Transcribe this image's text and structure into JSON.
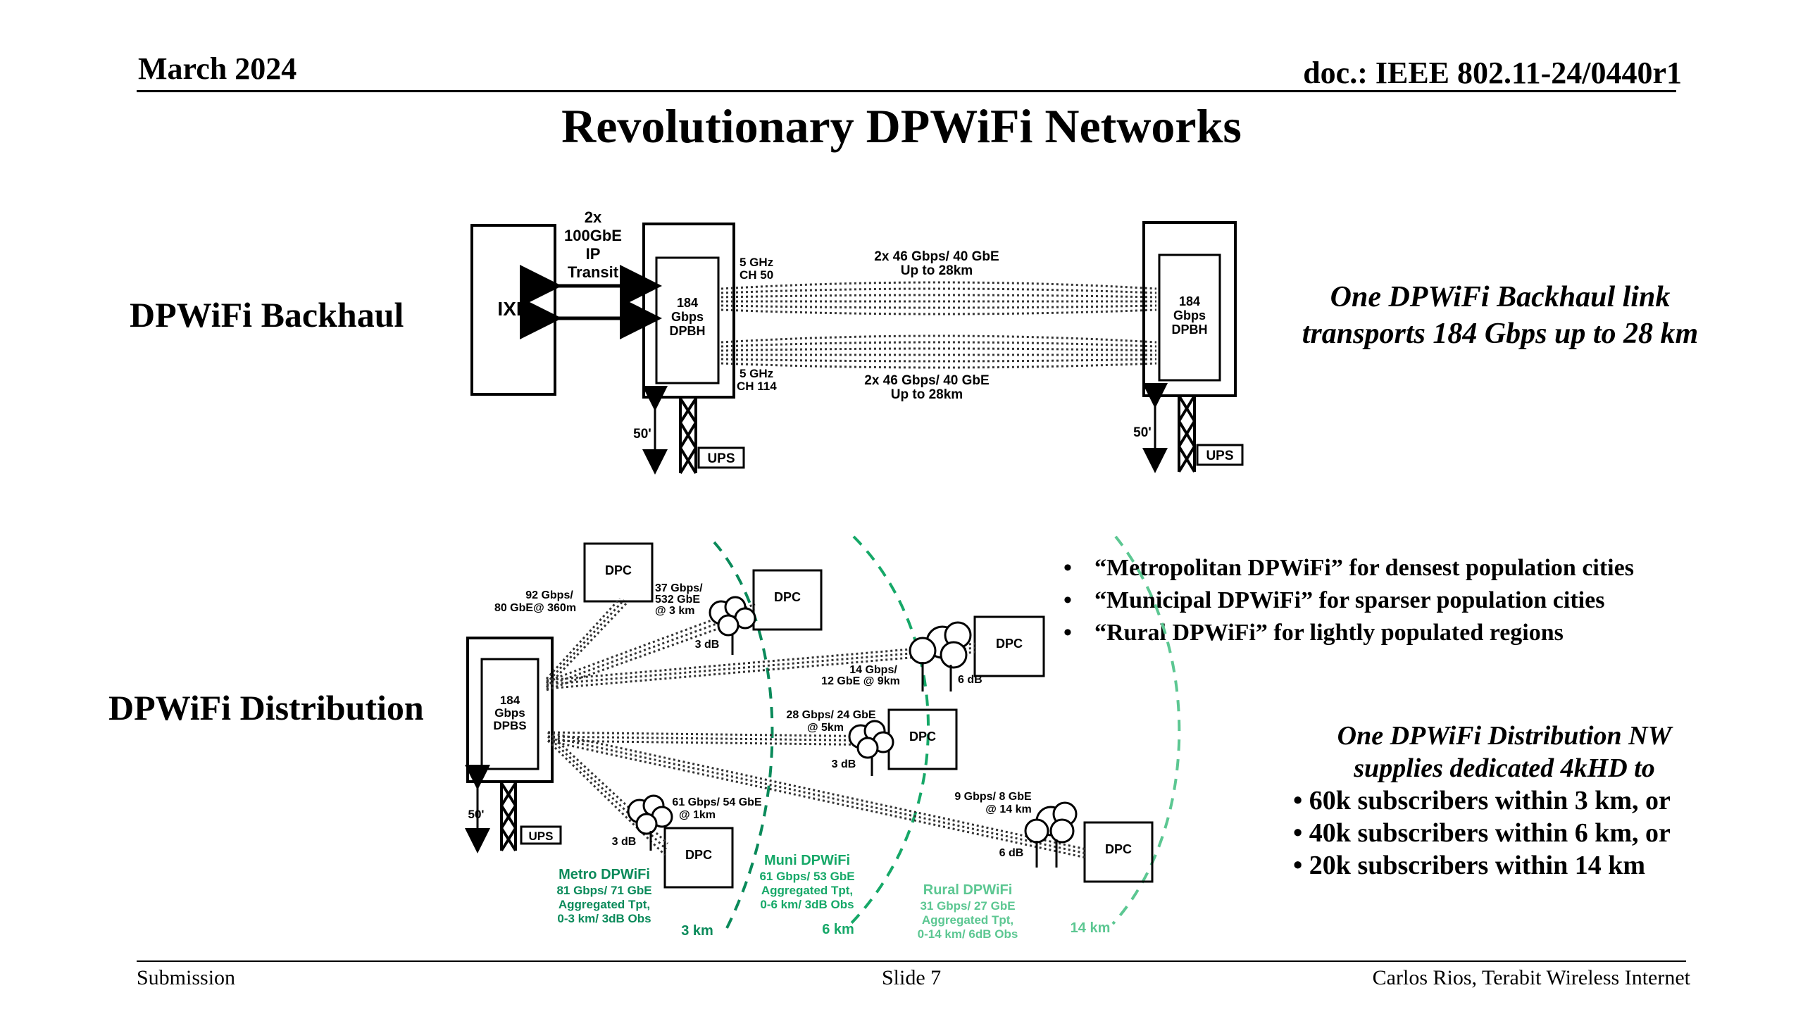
{
  "header": {
    "date": "March 2024",
    "doc": "doc.: IEEE 802.11-24/0440r1"
  },
  "title": "Revolutionary DPWiFi Networks",
  "backhaul": {
    "label": "DPWiFi Backhaul",
    "ixp": "IXP",
    "transit": [
      "2x",
      "100GbE",
      "IP",
      "Transit"
    ],
    "radio": [
      "184",
      "Gbps",
      "DPBH"
    ],
    "ch_top": [
      "5 GHz",
      "CH 50"
    ],
    "ch_bottom": [
      "5 GHz",
      "CH 114"
    ],
    "link_top": [
      "2x 46 Gbps/ 40 GbE",
      "Up to 28km"
    ],
    "link_bottom": [
      "2x 46 Gbps/ 40 GbE",
      "Up to 28km"
    ],
    "height": "50'",
    "ups": "UPS",
    "caption": [
      "One DPWiFi Backhaul link",
      "transports 184 Gbps up to 28 km"
    ]
  },
  "distribution": {
    "label": "DPWiFi Distribution",
    "radio": [
      "184",
      "Gbps",
      "DPBS"
    ],
    "dpc": "DPC",
    "db3": "3 dB",
    "db6": "6 dB",
    "height": "50'",
    "ups": "UPS",
    "links": {
      "a": [
        "92 Gbps/",
        "80 GbE@ 360m"
      ],
      "b": [
        "37 Gbps/",
        "532 GbE",
        "@ 3 km"
      ],
      "c": [
        "14 Gbps/",
        "12 GbE @ 9km"
      ],
      "d": [
        "28 Gbps/ 24 GbE",
        "@ 5km"
      ],
      "e": [
        "61 Gbps/ 54 GbE",
        "@ 1km"
      ],
      "f": [
        "9 Gbps/ 8 GbE",
        "@ 14 km"
      ]
    },
    "zones": {
      "metro": {
        "name": "Metro DPWiFi",
        "lines": [
          "81 Gbps/ 71 GbE",
          "Aggregated Tpt,",
          "0-3 km/ 3dB Obs"
        ],
        "radius": "3 km",
        "color": "#0a8a5a"
      },
      "muni": {
        "name": "Muni DPWiFi",
        "lines": [
          "61 Gbps/ 53 GbE",
          "Aggregated Tpt,",
          "0-6 km/ 3dB Obs"
        ],
        "radius": "6 km",
        "color": "#16a868"
      },
      "rural": {
        "name": "Rural DPWiFi",
        "lines": [
          "31 Gbps/ 27 GbE",
          "Aggregated Tpt,",
          "0-14 km/ 6dB Obs"
        ],
        "radius": "14 km",
        "color": "#5cc792"
      }
    },
    "bullets": [
      "“Metropolitan DPWiFi” for densest population cities",
      "“Municipal DPWiFi” for sparser population cities",
      "“Rural DPWiFi” for lightly populated regions"
    ],
    "caption_italic": [
      "One DPWiFi Distribution NW",
      "supplies dedicated 4kHD to"
    ],
    "caption_bullets": [
      "• 60k subscribers within 3 km, or",
      "• 40k subscribers within 6 km, or",
      "• 20k subscribers within 14 km"
    ]
  },
  "footer": {
    "left": "Submission",
    "center": "Slide 7",
    "right": "Carlos Rios, Terabit Wireless Internet"
  }
}
